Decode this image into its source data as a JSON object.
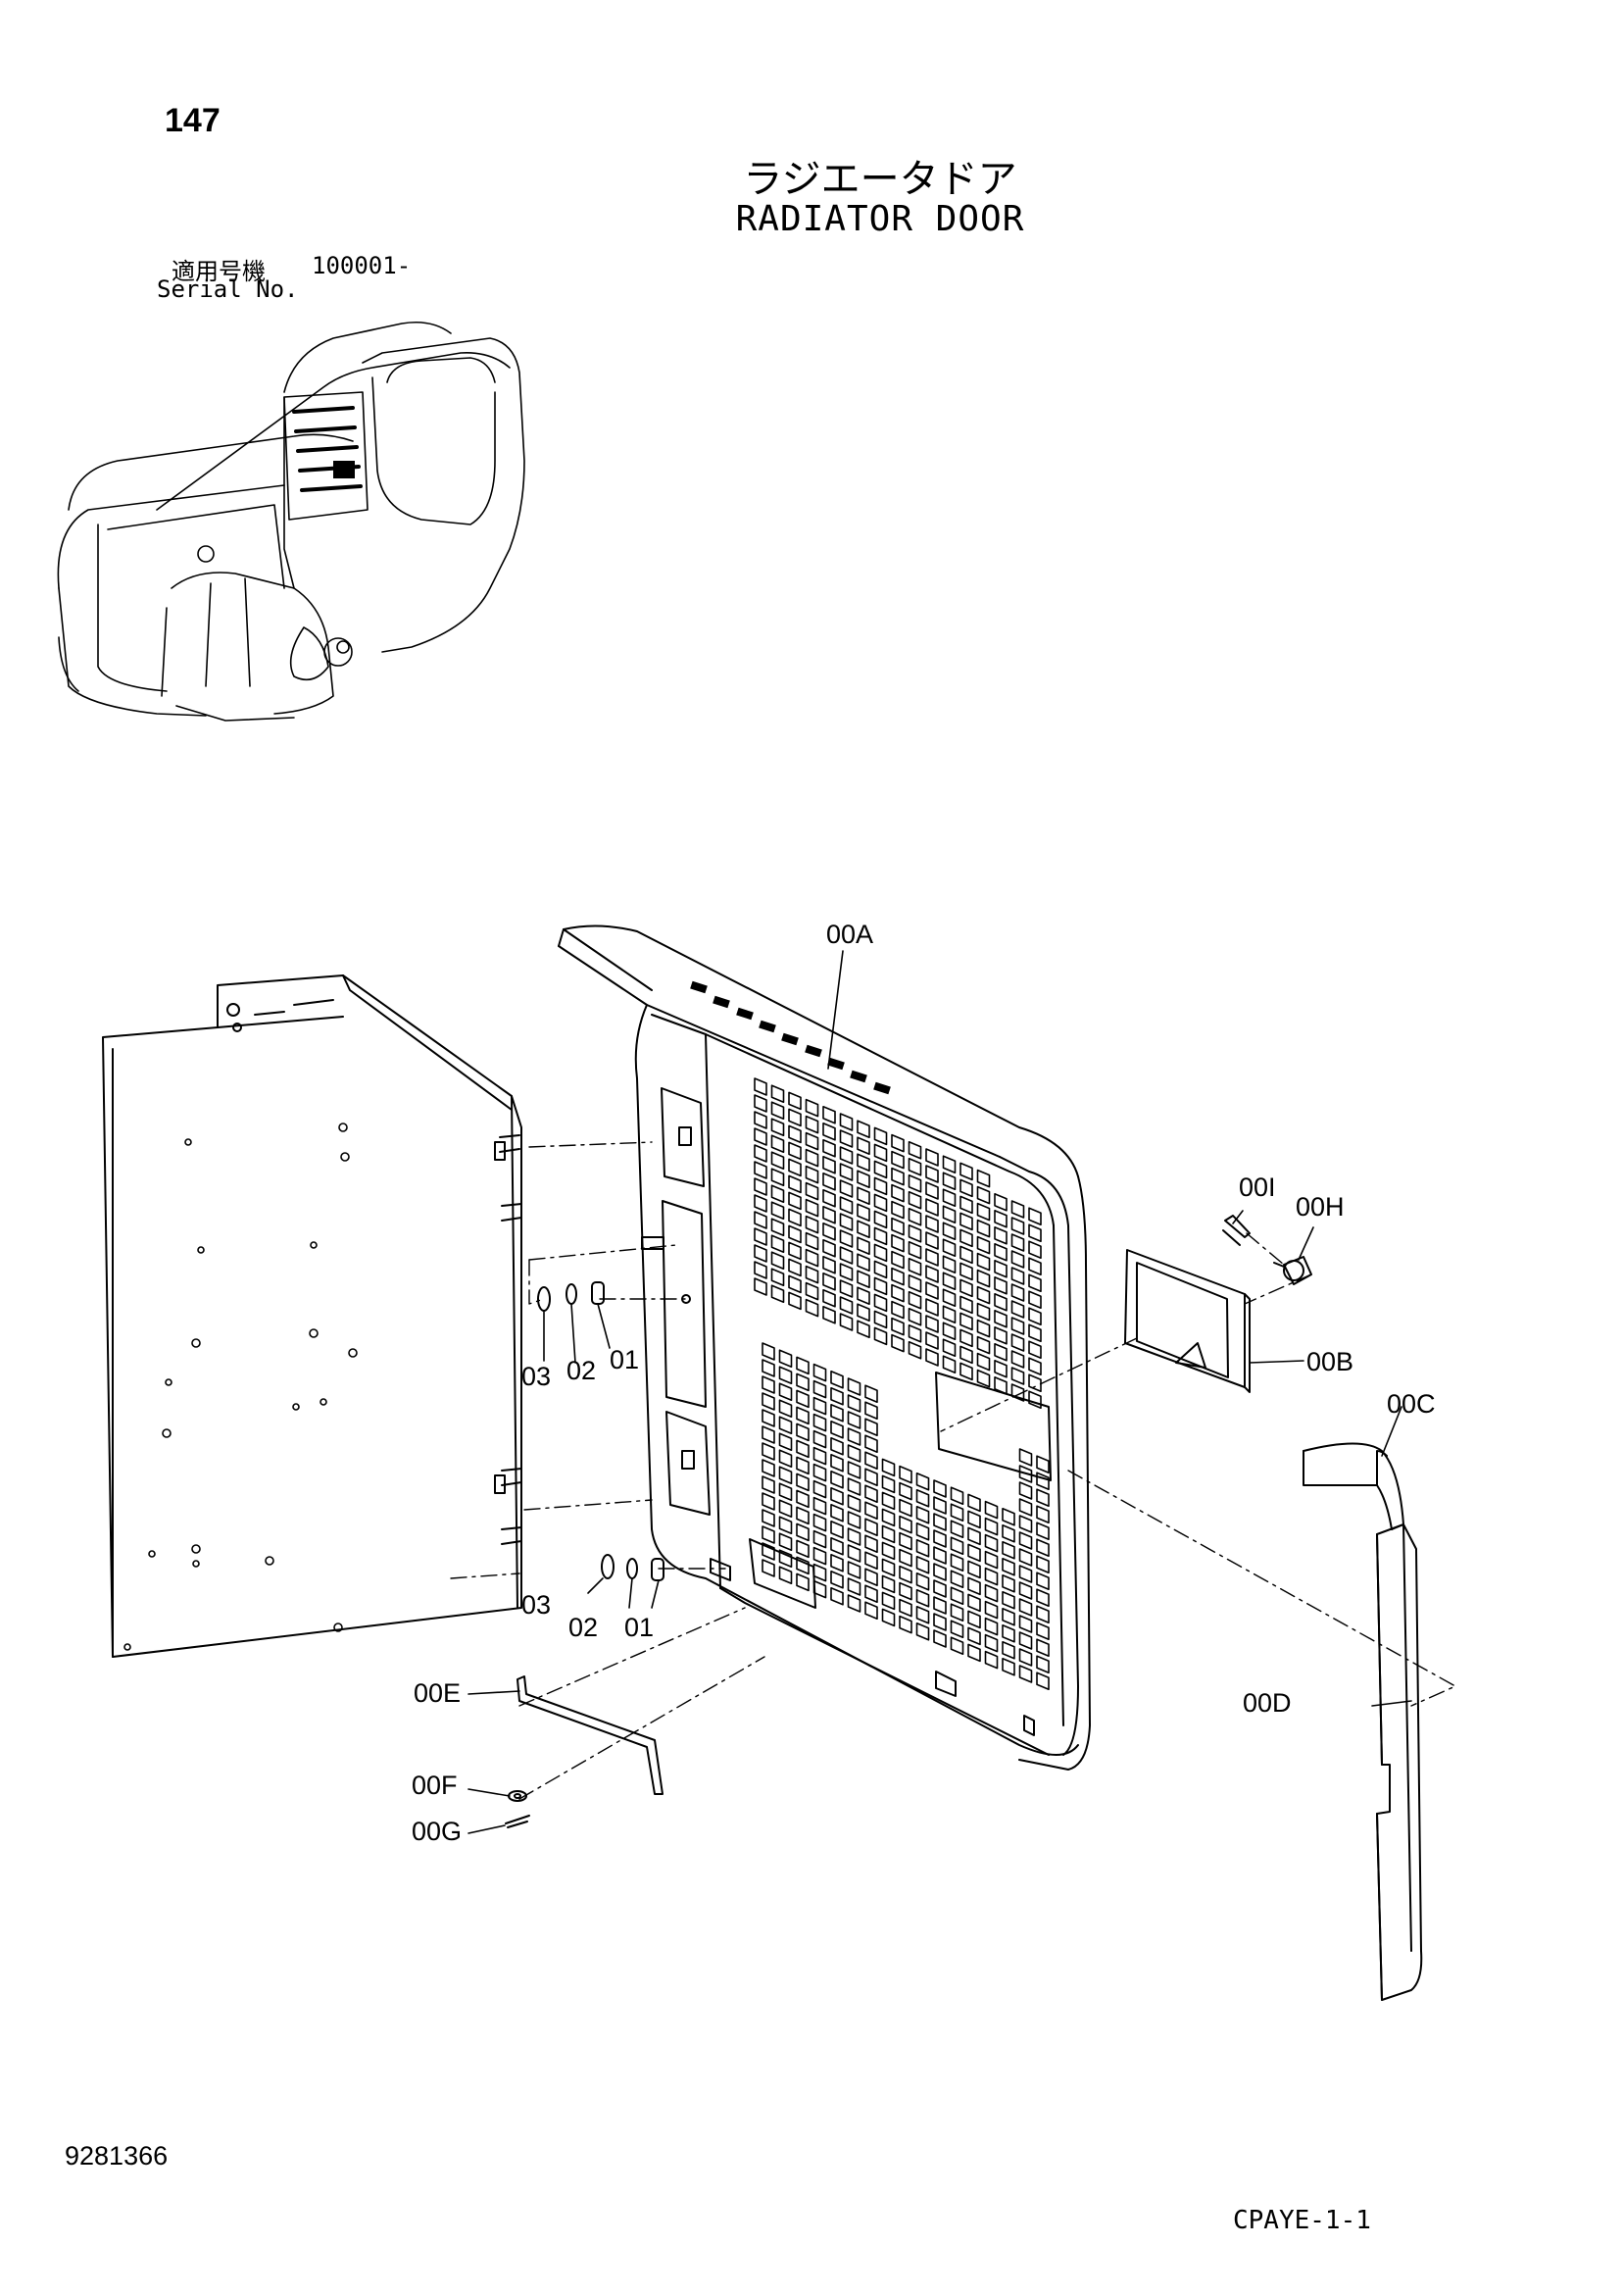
{
  "header": {
    "page_number": "147",
    "title_ja": "ラジエータドア",
    "title_en": "RADIATOR DOOR",
    "serial_label_ja": "適用号機",
    "serial_range": "100001-",
    "serial_label_en": "Serial No."
  },
  "footer": {
    "document_number": "9281366",
    "page_code": "CPAYE-1-1"
  },
  "callouts": {
    "door_panel": "00A",
    "cover_plate": "00B",
    "upper_seal": "00C",
    "lower_seal": "00D",
    "stay_rod": "00E",
    "washer": "00F",
    "pin": "00G",
    "lock_cylinder": "00H",
    "retainer_clip": "00I",
    "bolt_upper": "01",
    "washer_upper": "02",
    "lockwasher_upper": "03",
    "bolt_lower": "01",
    "washer_lower": "02",
    "lockwasher_lower": "03"
  },
  "colors": {
    "line": "#000000",
    "background": "#ffffff"
  }
}
